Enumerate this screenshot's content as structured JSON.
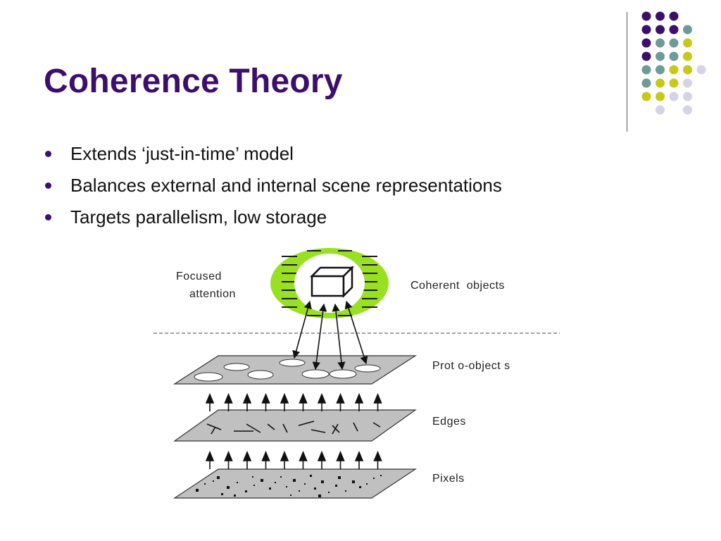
{
  "slide": {
    "title": "Coherence Theory",
    "bullets": [
      "Extends ‘just-in-time’ model",
      "Balances external and internal scene representations",
      "Targets parallelism, low storage"
    ]
  },
  "diagram": {
    "labels": {
      "focused_line1": "Focused",
      "focused_line2": "attention",
      "coherent": "Coherent  objects",
      "proto": "Prot o-object s",
      "edges": "Edges",
      "pixels": "Pixels"
    }
  },
  "colors": {
    "title": "#3d0f6b",
    "dots": [
      "#3d0f6b",
      "#6f9a9a",
      "#c8c818",
      "#d4d4e6"
    ],
    "halo": "#99e022",
    "plane": "#c0c0c0"
  }
}
